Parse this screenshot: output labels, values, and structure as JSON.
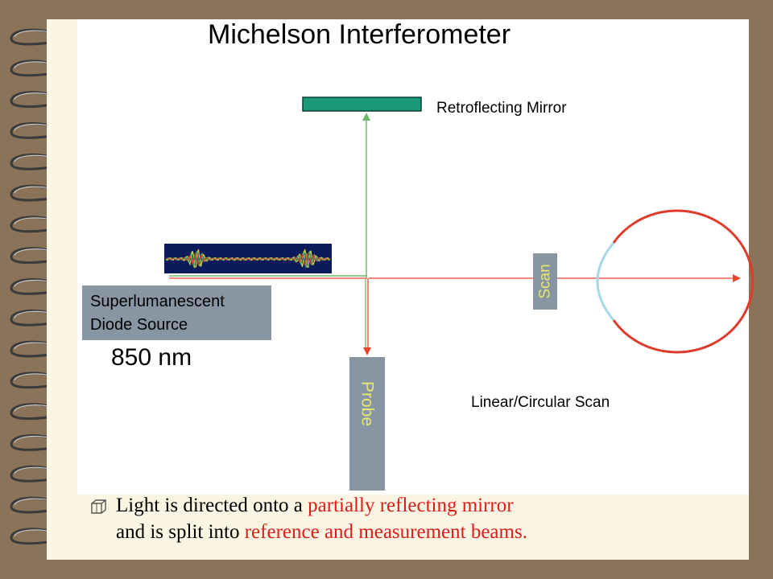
{
  "title": "Michelson Interferometer",
  "labels": {
    "mirror": "Retroflecting  Mirror",
    "source_line1": "Superlumanescent",
    "source_line2": "Diode Source",
    "wavelength": "850 nm",
    "scan": "Scan",
    "probe": "Probe",
    "scan_type": "Linear/Circular Scan"
  },
  "bullet": {
    "line1_black": "Light is directed  onto a ",
    "line1_red": "partially reflecting mirror",
    "line2_black": "and is split into ",
    "line2_red": "reference and measurement beams."
  },
  "colors": {
    "background": "#8b735a",
    "page": "#fbf6e3",
    "mirror": "#1a9a78",
    "gray_box": "#8796a2",
    "source_text_box": "#8796a2",
    "red_beam": "#e8452c",
    "green_beam": "#6ab86a",
    "eye": "#e03a2a",
    "cornea": "#a8d8e8",
    "label_yellow": "#e8e870",
    "waveform_bg": "#0a1a5a"
  }
}
